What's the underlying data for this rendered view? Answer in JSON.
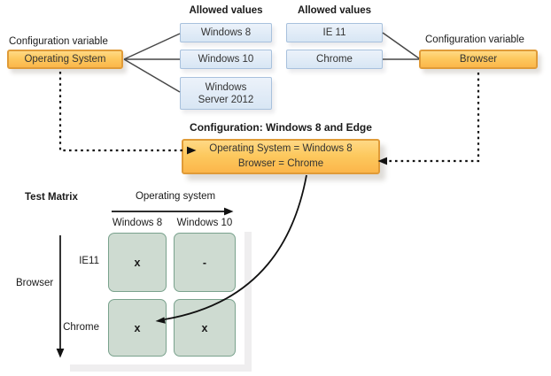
{
  "colors": {
    "accent_orange": "#fbb64a",
    "orange_border": "#e09b38",
    "blue_fill": "#dde9f6",
    "blue_border": "#a8c1dd",
    "cell_fill": "#cedbd1",
    "cell_border": "#7aa28d",
    "shadow_gray": "#efeeef"
  },
  "left_variable": {
    "label": "Configuration variable",
    "name": "Operating System",
    "allowed_heading": "Allowed values",
    "values": [
      "Windows 8",
      "Windows 10",
      "Windows\nServer 2012"
    ]
  },
  "right_variable": {
    "label": "Configuration variable",
    "name": "Browser",
    "allowed_heading": "Allowed values",
    "values": [
      "IE 11",
      "Chrome"
    ]
  },
  "configuration": {
    "heading": "Configuration: Windows 8 and Edge",
    "lines": [
      "Operating System = Windows 8",
      "Browser = Chrome"
    ]
  },
  "matrix": {
    "title": "Test Matrix",
    "x_axis": "Operating system",
    "y_axis": "Browser",
    "columns": [
      "Windows 8",
      "Windows 10"
    ],
    "rows": [
      "IE11",
      "Chrome"
    ],
    "cells": [
      [
        "x",
        "-"
      ],
      [
        "x",
        "x"
      ]
    ]
  }
}
